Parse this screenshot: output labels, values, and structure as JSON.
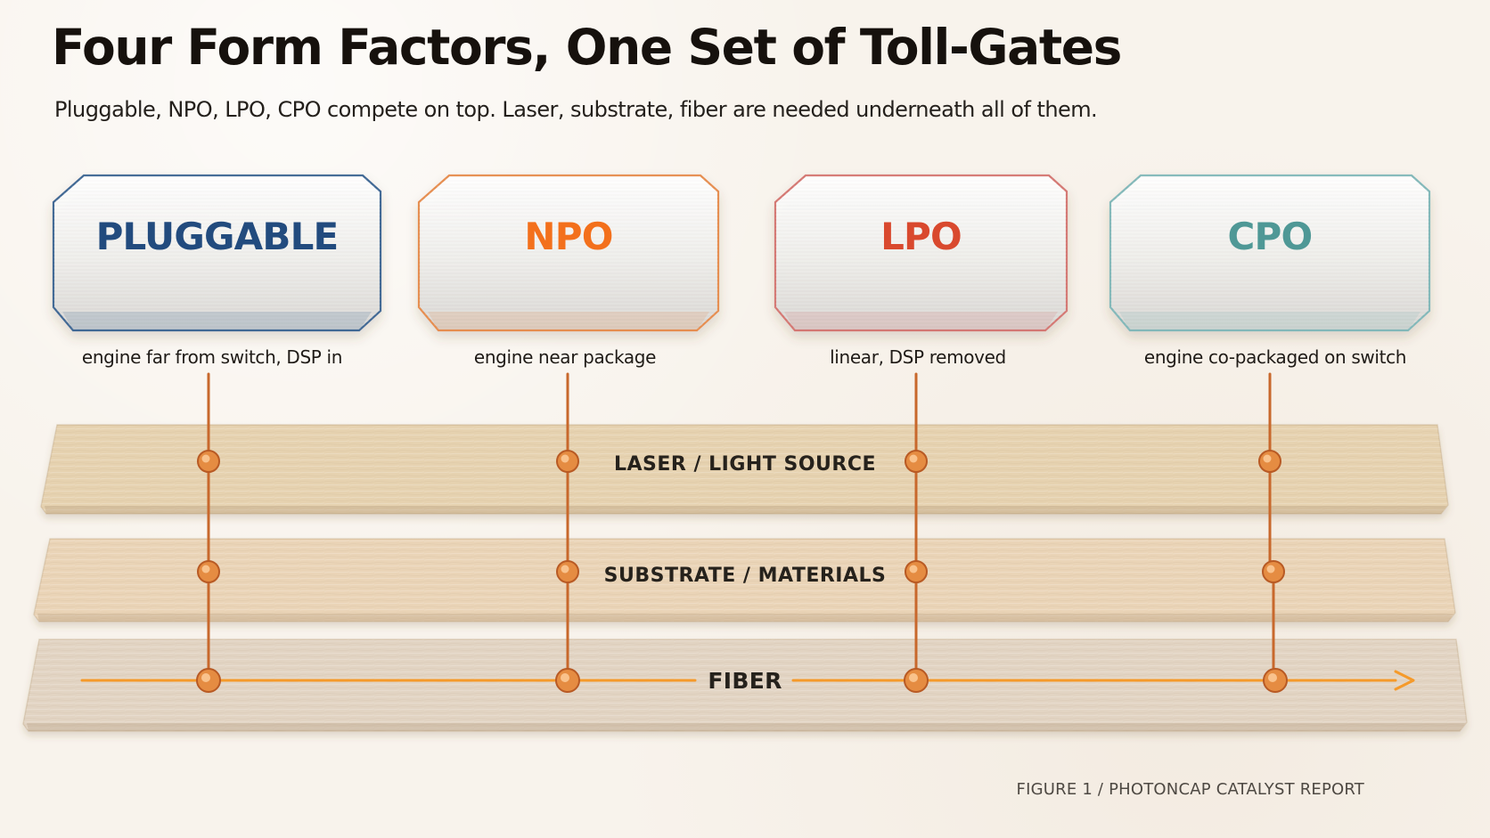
{
  "header": {
    "title": "Four Form Factors, One Set of Toll-Gates",
    "subtitle": "Pluggable, NPO, LPO, CPO compete on top. Laser, substrate, fiber are needed underneath all of them."
  },
  "form_factors": [
    {
      "label": "PLUGGABLE",
      "caption": "engine far from switch, DSP in",
      "accent": "#3f6794",
      "label_color": "#244b7e"
    },
    {
      "label": "NPO",
      "caption": "engine near package",
      "accent": "#e68d4f",
      "label_color": "#f36f1d"
    },
    {
      "label": "LPO",
      "caption": "linear, DSP removed",
      "accent": "#d47772",
      "label_color": "#d9482e"
    },
    {
      "label": "CPO",
      "caption": "engine co-packaged on switch",
      "accent": "#82b8b9",
      "label_color": "#4f9896"
    }
  ],
  "layers": [
    {
      "label": "LASER / LIGHT SOURCE",
      "color": "#e6d2b0"
    },
    {
      "label": "SUBSTRATE / MATERIALS",
      "color": "#ead4b7"
    },
    {
      "label": "FIBER",
      "color": "#e2d4c3"
    }
  ],
  "footer": {
    "text": "FIGURE 1 /  PHOTONCAP CATALYST REPORT"
  },
  "colors": {
    "connector": "#c8682c",
    "fiber_glow": "#f59a2c",
    "background": "#f8f3ec"
  }
}
